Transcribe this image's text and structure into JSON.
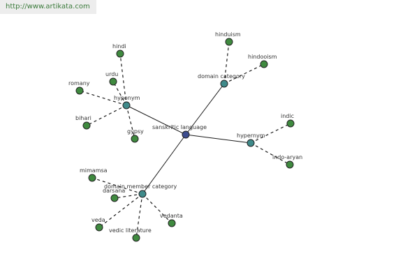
{
  "watermark": {
    "url": "http://www.artikata.com"
  },
  "colors": {
    "root_node": "#3d4d8f",
    "hub_node": "#3f8a8a",
    "leaf_node": "#3f8a3f",
    "watermark_bg": "#ededed",
    "watermark_text": "#3a7a3a"
  },
  "graph": {
    "root": {
      "label": "sanskritic language"
    },
    "hubs": [
      {
        "id": "hyponym",
        "label": "hyponym"
      },
      {
        "id": "domain-category",
        "label": "domain category"
      },
      {
        "id": "hypernym",
        "label": "hypernym"
      },
      {
        "id": "domain-member-category",
        "label": "domain member category"
      }
    ],
    "leaves": [
      {
        "hub": "hyponym",
        "label": "hindi"
      },
      {
        "hub": "hyponym",
        "label": "urdu"
      },
      {
        "hub": "hyponym",
        "label": "romany"
      },
      {
        "hub": "hyponym",
        "label": "bihari"
      },
      {
        "hub": "hyponym",
        "label": "gypsy"
      },
      {
        "hub": "domain-category",
        "label": "hinduism"
      },
      {
        "hub": "domain-category",
        "label": "hindooism"
      },
      {
        "hub": "hypernym",
        "label": "indic"
      },
      {
        "hub": "hypernym",
        "label": "indo-aryan"
      },
      {
        "hub": "domain-member-category",
        "label": "mimamsa"
      },
      {
        "hub": "domain-member-category",
        "label": "darsana"
      },
      {
        "hub": "domain-member-category",
        "label": "veda"
      },
      {
        "hub": "domain-member-category",
        "label": "vedic literature"
      },
      {
        "hub": "domain-member-category",
        "label": "vedanta"
      }
    ]
  }
}
